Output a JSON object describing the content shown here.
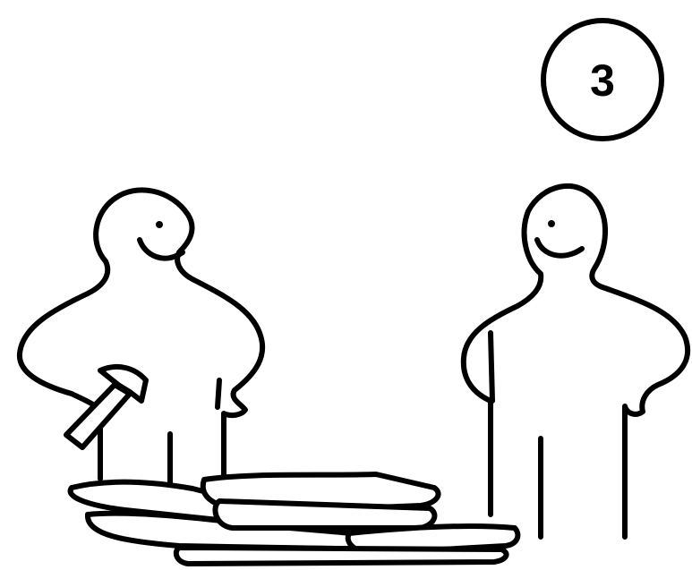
{
  "step": {
    "number": "3"
  },
  "figures": [
    {
      "role": "left-person-holding-hammer",
      "icon": "person-icon"
    },
    {
      "role": "right-person",
      "icon": "person-icon"
    }
  ],
  "props": [
    {
      "name": "hammer",
      "icon": "hammer-icon"
    },
    {
      "name": "broken-boards-pile",
      "icon": "boards-pile-icon"
    }
  ],
  "colors": {
    "ink": "#000000",
    "background": "#ffffff"
  }
}
